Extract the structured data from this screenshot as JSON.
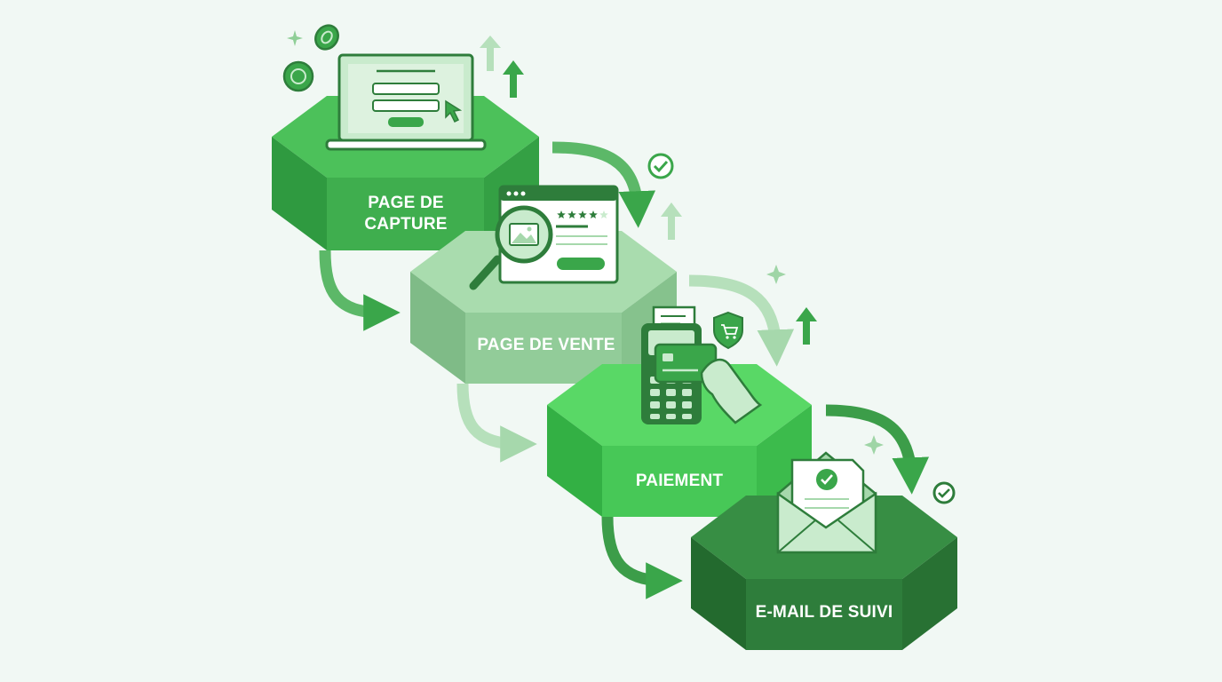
{
  "steps": [
    {
      "id": "capture",
      "label_lines": [
        "PAGE DE",
        "CAPTURE"
      ],
      "color": "#3fae4e",
      "top_color": "#4cc15a",
      "side_color": "#2f9a40",
      "icon": "laptop-form-icon"
    },
    {
      "id": "vente",
      "label_lines": [
        "PAGE DE VENTE"
      ],
      "color": "#92cc99",
      "top_color": "#a9dcae",
      "side_color": "#7fbb87",
      "icon": "sales-page-magnifier-icon"
    },
    {
      "id": "paiement",
      "label_lines": [
        "PAIEMENT"
      ],
      "color": "#47c857",
      "top_color": "#59d866",
      "side_color": "#33b044",
      "icon": "payment-terminal-icon"
    },
    {
      "id": "suivi",
      "label_lines": [
        "E-MAIL DE SUIVI"
      ],
      "color": "#2e7d3b",
      "top_color": "#378e44",
      "side_color": "#236a2e",
      "icon": "envelope-check-icon"
    }
  ],
  "colors": {
    "background": "#f1f8f4",
    "icon_stroke": "#2e7d3b",
    "icon_fill": "#c9ebcd",
    "arrow_dark": "#3aa64a",
    "arrow_light": "#a6d8ac"
  },
  "rating_stars": 4,
  "rating_max": 5
}
